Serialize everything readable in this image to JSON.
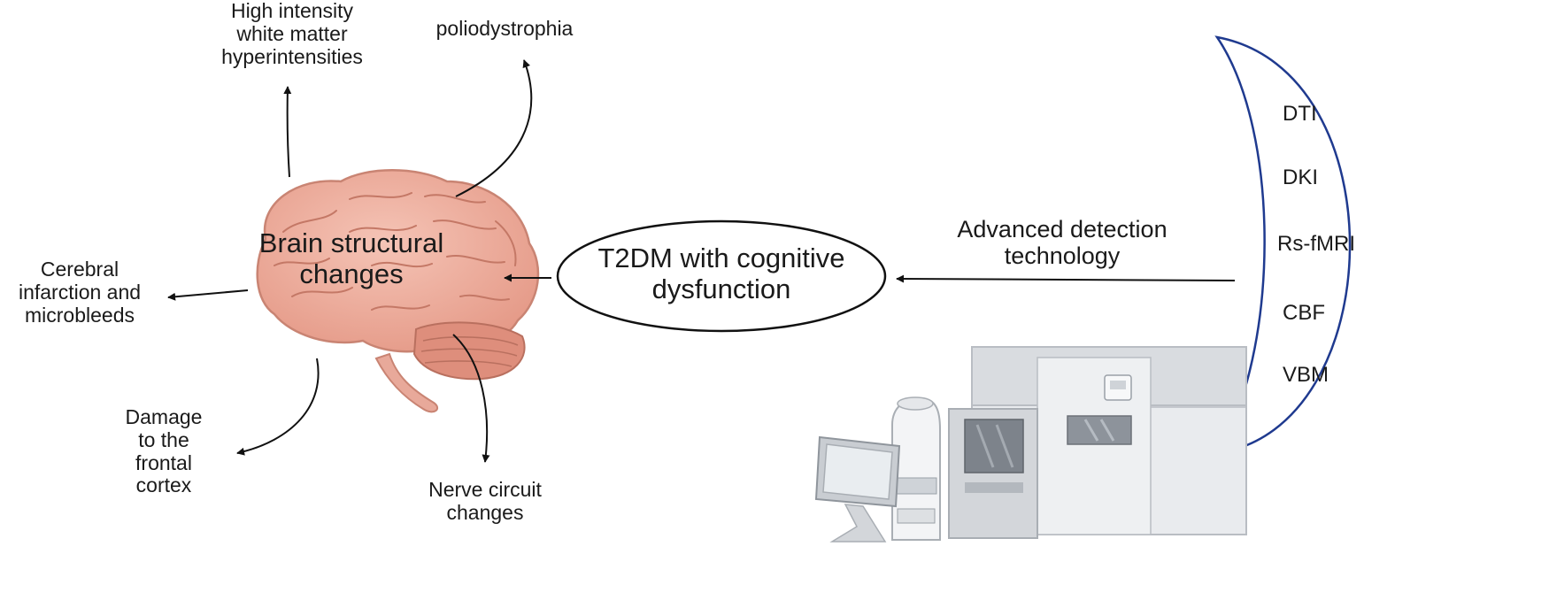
{
  "brain": {
    "label": "Brain structural\nchanges"
  },
  "center": {
    "label": "T2DM  with cognitive\ndysfunction"
  },
  "detection": {
    "label": "Advanced detection\ntechnology"
  },
  "effects": {
    "hyperintensities": "High intensity\nwhite matter\nhyperintensities",
    "poliodystrophia": "poliodystrophia",
    "infarction": "Cerebral\ninfarction and\nmicrobleeds",
    "frontal": "Damage\nto the\nfrontal\ncortex",
    "circuit": "Nerve circuit\nchanges"
  },
  "techniques": [
    "DTI",
    "DKI",
    "Rs-fMRI",
    "CBF",
    "VBM"
  ]
}
